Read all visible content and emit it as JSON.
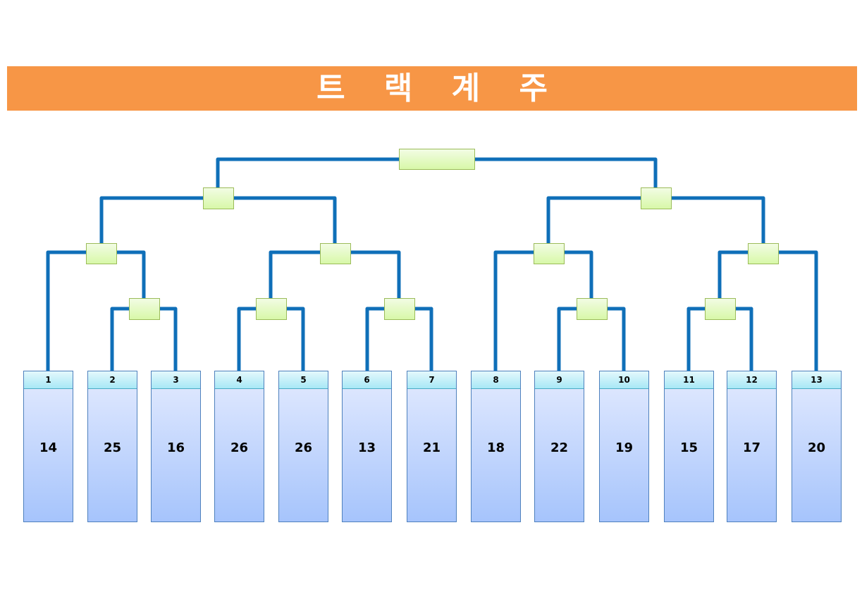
{
  "title": "트 랙 계 주",
  "colors": {
    "title_bar": "#F79646",
    "connector": "#0F6FB8",
    "match_border": "#9BBB59",
    "match_fill_top": "#F2FCE4",
    "match_fill_bottom": "#D8F8A8",
    "player_border": "#4F81BD",
    "player_head_top": "#E4F8FC",
    "player_head_bottom": "#A8E8F6",
    "player_body_top": "#DCE6FE",
    "player_body_bottom": "#A6C4FC"
  },
  "players": [
    {
      "no": "1",
      "score": "14"
    },
    {
      "no": "2",
      "score": "25"
    },
    {
      "no": "3",
      "score": "16"
    },
    {
      "no": "4",
      "score": "26"
    },
    {
      "no": "5",
      "score": "26"
    },
    {
      "no": "6",
      "score": "13"
    },
    {
      "no": "7",
      "score": "21"
    },
    {
      "no": "8",
      "score": "18"
    },
    {
      "no": "9",
      "score": "22"
    },
    {
      "no": "10",
      "score": "19"
    },
    {
      "no": "11",
      "score": "15"
    },
    {
      "no": "12",
      "score": "17"
    },
    {
      "no": "13",
      "score": "20"
    }
  ],
  "bracket": {
    "round1": [
      {
        "id": "m-2-3",
        "between": [
          "2",
          "3"
        ],
        "result": ""
      },
      {
        "id": "m-4-5",
        "between": [
          "4",
          "5"
        ],
        "result": ""
      },
      {
        "id": "m-6-7",
        "between": [
          "6",
          "7"
        ],
        "result": ""
      },
      {
        "id": "m-9-10",
        "between": [
          "9",
          "10"
        ],
        "result": ""
      },
      {
        "id": "m-11-12",
        "between": [
          "11",
          "12"
        ],
        "result": ""
      }
    ],
    "round2": [
      {
        "id": "m-1-23",
        "between": [
          "1",
          "winner 2/3"
        ],
        "result": ""
      },
      {
        "id": "m-45-67",
        "between": [
          "winner 4/5",
          "winner 6/7"
        ],
        "result": ""
      },
      {
        "id": "m-8-910",
        "between": [
          "8",
          "winner 9/10"
        ],
        "result": ""
      },
      {
        "id": "m-1112-13",
        "between": [
          "winner 11/12",
          "13"
        ],
        "result": ""
      }
    ],
    "semifinal": [
      {
        "id": "semi-left",
        "result": ""
      },
      {
        "id": "semi-right",
        "result": ""
      }
    ],
    "final": {
      "id": "final",
      "result": ""
    }
  }
}
